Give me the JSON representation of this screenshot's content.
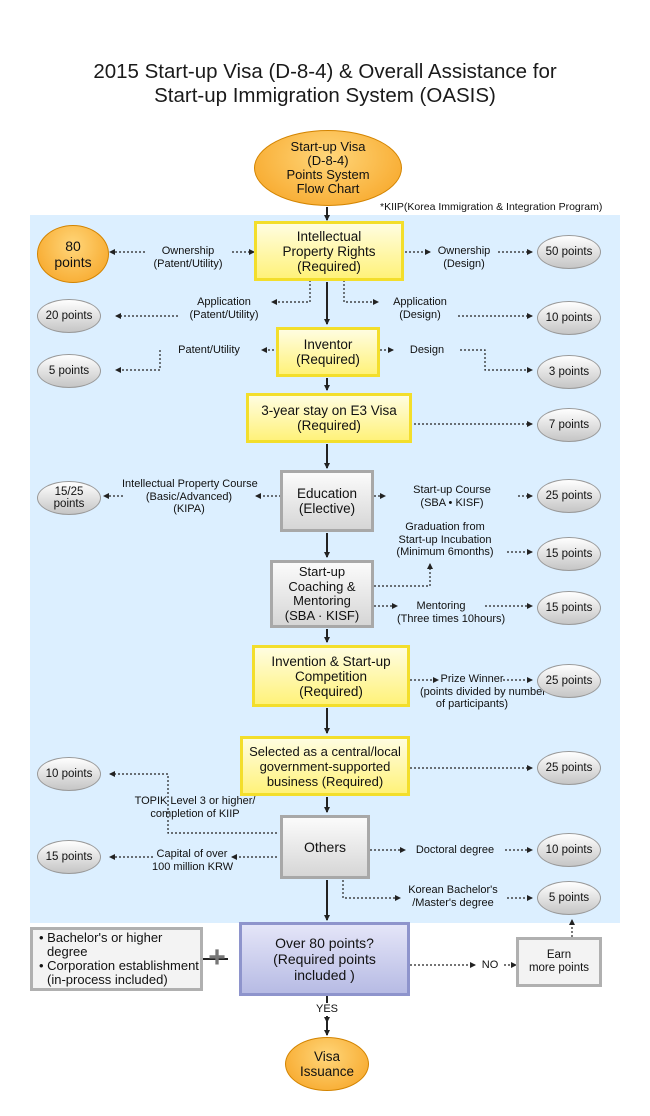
{
  "title": {
    "line1": "2015 Start-up Visa (D-8-4) & Overall Assistance for",
    "line2": "Start-up Immigration System (OASIS)"
  },
  "start_node": {
    "l1": "Start-up Visa",
    "l2": "(D-8-4)",
    "l3": "Points System",
    "l4": "Flow Chart"
  },
  "kiip_note": "*KIIP(Korea Immigration & Integration Program)",
  "nodes": {
    "ip": {
      "l1": "Intellectual",
      "l2": "Property Rights",
      "l3": "(Required)"
    },
    "inventor": {
      "l1": "Inventor",
      "l2": "(Required)"
    },
    "e3": {
      "l1": "3-year stay on E3 Visa",
      "l2": "(Required)"
    },
    "education": {
      "l1": "Education",
      "l2": "(Elective)"
    },
    "coaching": {
      "l1": "Start-up",
      "l2": "Coaching &",
      "l3": "Mentoring",
      "l4": "(SBA · KISF)"
    },
    "competition": {
      "l1": "Invention & Start-up",
      "l2": "Competition",
      "l3": "(Required)"
    },
    "selected": {
      "l1": "Selected as a central/local",
      "l2": "government-supported",
      "l3": "business (Required)"
    },
    "others": {
      "l1": "Others"
    },
    "over80": {
      "l1": "Over 80 points?",
      "l2": "(Required points",
      "l3": "included )"
    },
    "earn": {
      "l1": "Earn",
      "l2": "more points"
    },
    "requirements": {
      "b1a": "• Bachelor's or higher",
      "b1b": "  degree",
      "b2a": "• Corporation establishment",
      "b2b": "  (in-process included)"
    },
    "plus": "+",
    "visa": {
      "l1": "Visa",
      "l2": "Issuance"
    }
  },
  "labels": {
    "own_pat": {
      "l1": "Ownership",
      "l2": "(Patent/Utility)"
    },
    "own_des": {
      "l1": "Ownership",
      "l2": "(Design)"
    },
    "app_pat": {
      "l1": "Application",
      "l2": "(Patent/Utility)"
    },
    "app_des": {
      "l1": "Application",
      "l2": "(Design)"
    },
    "inv_pat": "Patent/Utility",
    "inv_des": "Design",
    "ipcourse": {
      "l1": "Intellectual Property Course",
      "l2": "(Basic/Advanced)",
      "l3": "(KIPA)"
    },
    "sucourse": {
      "l1": "Start-up Course",
      "l2": "(SBA • KISF)"
    },
    "grad": {
      "l1": "Graduation from",
      "l2": "Start-up Incubation",
      "l3": "(Minimum 6months)"
    },
    "mentoring": {
      "l1": "Mentoring",
      "l2": "(Three times 10hours)"
    },
    "prize": {
      "l1": "Prize Winner",
      "l2": "(points divided by number",
      "l3": "of participants)"
    },
    "topik": {
      "l1": "TOPIK Level 3 or higher/",
      "l2": "completion of KIIP"
    },
    "capital": {
      "l1": "Capital of over",
      "l2": "100 million KRW"
    },
    "doctoral": "Doctoral degree",
    "bachelor": {
      "l1": "Korean Bachelor's",
      "l2": "/Master's degree"
    },
    "no": "NO",
    "yes": "YES"
  },
  "points": {
    "p80": {
      "l1": "80",
      "l2": "points"
    },
    "own_des": "50 points",
    "app_pat": "20 points",
    "app_des": "10 points",
    "inv_pat": "5 points",
    "inv_des": "3 points",
    "e3": "7 points",
    "ipcourse": {
      "l1": "15/25",
      "l2": "points"
    },
    "sucourse": "25 points",
    "grad": "15 points",
    "mentoring": "15 points",
    "prize": "25 points",
    "selected": "25 points",
    "topik": "10 points",
    "capital": "15 points",
    "doctoral": "10 points",
    "bachelor": "5 points"
  },
  "colors": {
    "panel": "#dcefff",
    "yellow": "#fff27a",
    "orange": "#f6a11f",
    "blue": "#b7bbe4",
    "gray": "#d6d6d6"
  }
}
